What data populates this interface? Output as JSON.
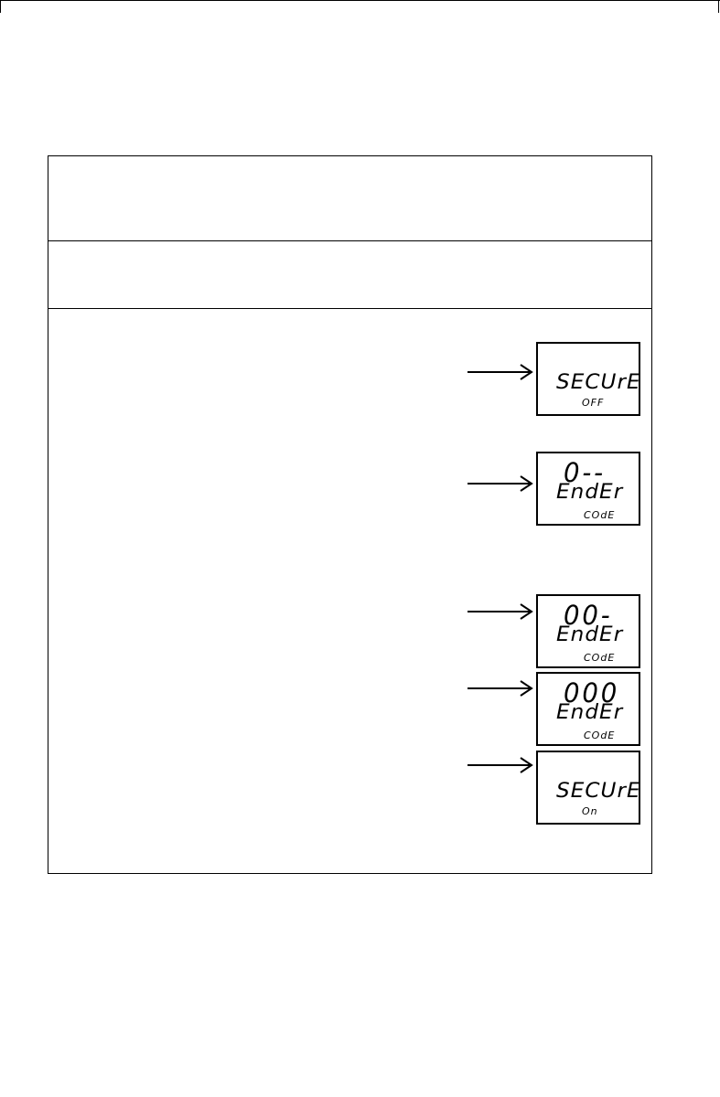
{
  "displays": [
    {
      "top": "",
      "main": "SECUrE",
      "sub": "OFF"
    },
    {
      "top": "0--",
      "main": "EndEr",
      "sub": "COdE"
    },
    {
      "top": "00-",
      "main": "EndEr",
      "sub": "COdE"
    },
    {
      "top": "000",
      "main": "EndEr",
      "sub": "COdE"
    },
    {
      "top": "",
      "main": "SECUrE",
      "sub": "On"
    }
  ]
}
